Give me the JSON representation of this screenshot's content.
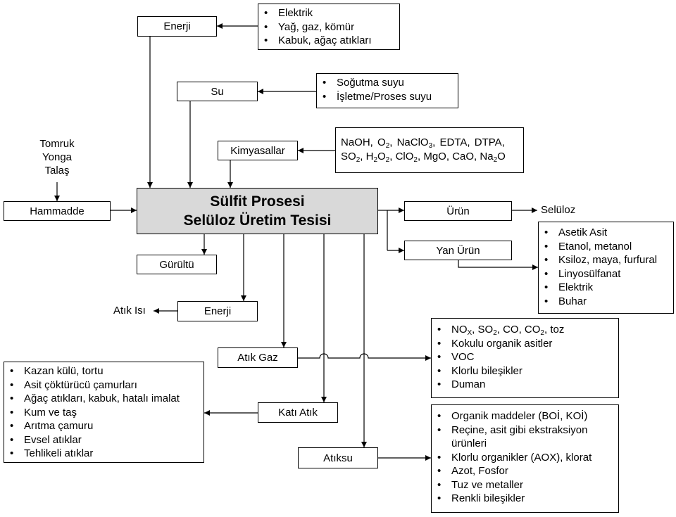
{
  "main": {
    "line1": "Sülfit Prosesi",
    "line2": "Selüloz Üretim Tesisi"
  },
  "inputs": {
    "raw_materials": [
      "Tomruk",
      "Yonga",
      "Talaş"
    ],
    "hammadde": "Hammadde",
    "energy": "Enerji",
    "energy_sources": [
      "Elektrik",
      "Yağ, gaz, kömür",
      "Kabuk, ağaç atıkları"
    ],
    "water": "Su",
    "water_sources": [
      "Soğutma suyu",
      "İşletme/Proses suyu"
    ],
    "chemicals": "Kimyasallar",
    "chemicals_line1": {
      "naoh": "NaOH,",
      "o": "O",
      "o_sub": "2",
      "o_sep": ",",
      "naclo": "NaClO",
      "naclo_sub": "3",
      "naclo_sep": ",",
      "edta": "EDTA,",
      "dtpa": "DTPA,"
    },
    "chemicals_line2": {
      "so": "SO",
      "so_sub": "2",
      "so_sep": ",",
      "ho": "H",
      "ho_sub1": "2",
      "ho_mid": "O",
      "ho_sub2": "2",
      "ho_sep": ",",
      "clo": "ClO",
      "clo_sub": "2",
      "clo_sep": ",",
      "mgo": "MgO,",
      "cao": "CaO,",
      "na": "Na",
      "na_sub": "2",
      "na_end": "O"
    }
  },
  "outputs": {
    "product": "Ürün",
    "product_result": "Selüloz",
    "byproduct": "Yan Ürün",
    "byproducts": [
      "Asetik Asit",
      "Etanol, metanol",
      "Ksiloz, maya, furfural",
      "Linyosülfanat",
      "Elektrik",
      "Buhar"
    ],
    "noise": "Gürültü",
    "energy": "Enerji",
    "waste_heat": "Atık Isı",
    "waste_gas": "Atık Gaz",
    "waste_gas_items": {
      "first": {
        "no": "NO",
        "no_sub": "X",
        "so": ", SO",
        "so_sub": "2",
        "co": ", CO, CO",
        "co_sub": "2",
        "toz": ", toz"
      },
      "rest": [
        "Kokulu organik asitler",
        "VOC",
        "Klorlu bileşikler",
        "Duman"
      ]
    },
    "solid_waste": "Katı Atık",
    "solid_waste_items": [
      "Kazan külü, tortu",
      "Asit çöktürücü çamurları",
      "Ağaç atıkları, kabuk, hatalı imalat",
      "Kum ve taş",
      "Arıtma çamuru",
      "Evsel atıklar",
      "Tehlikeli atıklar"
    ],
    "wastewater": "Atıksu",
    "wastewater_items": [
      "Organik maddeler (BOİ, KOİ)",
      "Reçine, asit gibi ekstraksiyon",
      "ürünleri",
      "Klorlu organikler (AOX), klorat",
      "Azot, Fosfor",
      "Tuz ve metaller",
      "Renkli bileşikler"
    ]
  }
}
